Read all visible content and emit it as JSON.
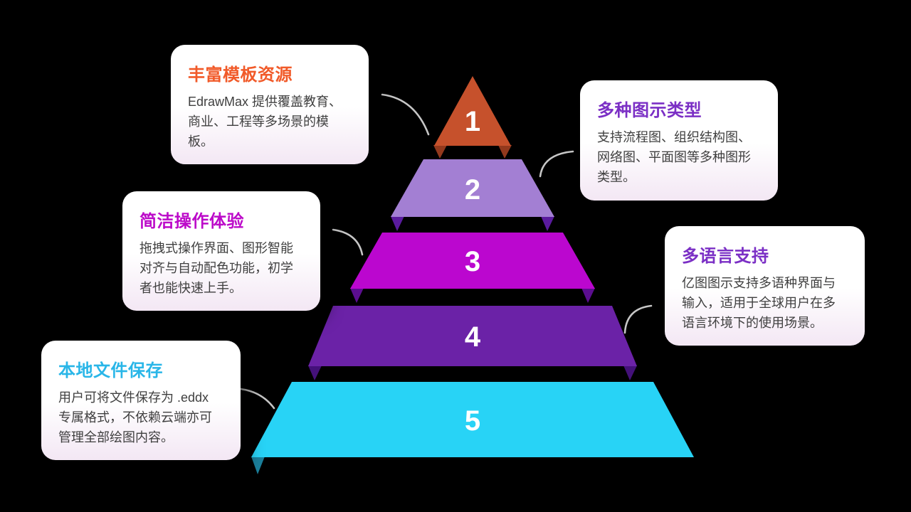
{
  "styles": {
    "background_color": "#000000",
    "connector_color": "#c6c6c6",
    "number_color": "#ffffff",
    "body_text_color": "#3f3f3f"
  },
  "diagram": {
    "pyramid": {
      "levels": [
        {
          "number": "1",
          "color": "#c6512c",
          "foot_color": "#93391d"
        },
        {
          "number": "2",
          "color": "#a37fd3",
          "foot_color": "#5a1b9e"
        },
        {
          "number": "3",
          "color": "#bb07cf",
          "foot_color": "#5c0e90"
        },
        {
          "number": "4",
          "color": "#6b22a7",
          "foot_color": "#44117a"
        },
        {
          "number": "5",
          "color": "#28d3f6",
          "foot_color": "#1b7f9b"
        }
      ]
    },
    "cards": [
      {
        "title": "丰富模板资源",
        "title_color": "#f15a29",
        "body": "EdrawMax 提供覆盖教育、商业、工程等多场景的模板。"
      },
      {
        "title": "多种图示类型",
        "title_color": "#7b2fc5",
        "body": "支持流程图、组织结构图、网络图、平面图等多种图形类型。"
      },
      {
        "title": "简洁操作体验",
        "title_color": "#bc0ac9",
        "body": "拖拽式操作界面、图形智能对齐与自动配色功能，初学者也能快速上手。"
      },
      {
        "title": "多语言支持",
        "title_color": "#7b2fc5",
        "body": "亿图图示支持多语种界面与输入，适用于全球用户在多语言环境下的使用场景。"
      },
      {
        "title": "本地文件保存",
        "title_color": "#29b6e8",
        "body": "用户可将文件保存为 .eddx 专属格式，不依赖云端亦可管理全部绘图内容。"
      }
    ]
  }
}
